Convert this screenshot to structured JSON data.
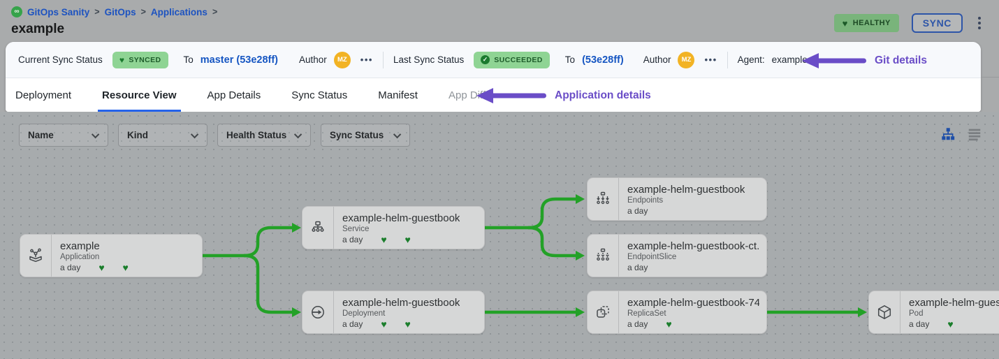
{
  "icons": {
    "heart": "♥",
    "check": "✓",
    "more": "•••",
    "logo": "∞"
  },
  "breadcrumb": {
    "items": [
      "GitOps Sanity",
      "GitOps",
      "Applications"
    ],
    "separator": ">"
  },
  "page_title": "example",
  "header": {
    "health_badge": "HEALTHY",
    "sync_button": "SYNC"
  },
  "sync_bar": {
    "current_label": "Current Sync Status",
    "current_status": "SYNCED",
    "current_to_label": "To",
    "current_target": "master (53e28ff)",
    "current_author_label": "Author",
    "current_author_initials": "MZ",
    "last_label": "Last Sync Status",
    "last_status": "SUCCEEDED",
    "last_to_label": "To",
    "last_target": "(53e28ff)",
    "last_author_label": "Author",
    "last_author_initials": "MZ",
    "agent_label": "Agent:",
    "agent_value": "example",
    "annotation": "Git details"
  },
  "tabs": {
    "items": [
      {
        "label": "Deployment",
        "state": "normal"
      },
      {
        "label": "Resource View",
        "state": "active"
      },
      {
        "label": "App Details",
        "state": "normal"
      },
      {
        "label": "Sync Status",
        "state": "normal"
      },
      {
        "label": "Manifest",
        "state": "normal"
      },
      {
        "label": "App Diff",
        "state": "disabled"
      }
    ],
    "annotation": "Application details"
  },
  "filters": [
    {
      "label": "Name"
    },
    {
      "label": "Kind"
    },
    {
      "label": "Health Status"
    },
    {
      "label": "Sync Status"
    }
  ],
  "view_toggle": {
    "active": "tree"
  },
  "tree": {
    "nodes": [
      {
        "icon": "application-icon",
        "title": "example",
        "kind": "Application",
        "age": "a day",
        "hearts": "♥ ♥"
      },
      {
        "icon": "service-icon",
        "title": "example-helm-guestbook",
        "kind": "Service",
        "age": "a day",
        "hearts": "♥ ♥"
      },
      {
        "icon": "endpoints-icon",
        "title": "example-helm-guestbook",
        "kind": "Endpoints",
        "age": "a day",
        "hearts": ""
      },
      {
        "icon": "endpointslice-icon",
        "title": "example-helm-guestbook-ct...",
        "kind": "EndpointSlice",
        "age": "a day",
        "hearts": ""
      },
      {
        "icon": "deployment-icon",
        "title": "example-helm-guestbook",
        "kind": "Deployment",
        "age": "a day",
        "hearts": "♥ ♥"
      },
      {
        "icon": "replicaset-icon",
        "title": "example-helm-guestbook-74...",
        "kind": "ReplicaSet",
        "age": "a day",
        "hearts": "♥"
      },
      {
        "icon": "pod-icon",
        "title": "example-helm-guestbook",
        "kind": "Pod",
        "age": "a day",
        "hearts": "♥"
      }
    ]
  },
  "colors": {
    "connector_green": "#23a127",
    "heart_green": "#1b7e2c",
    "pill_green": "#8fd494",
    "annotation_purple": "#6a4dc7",
    "accent_blue": "#2563eb",
    "link_blue": "#1656c2",
    "avatar_orange": "#f2b324",
    "canvas_gray": "#a7abad"
  }
}
